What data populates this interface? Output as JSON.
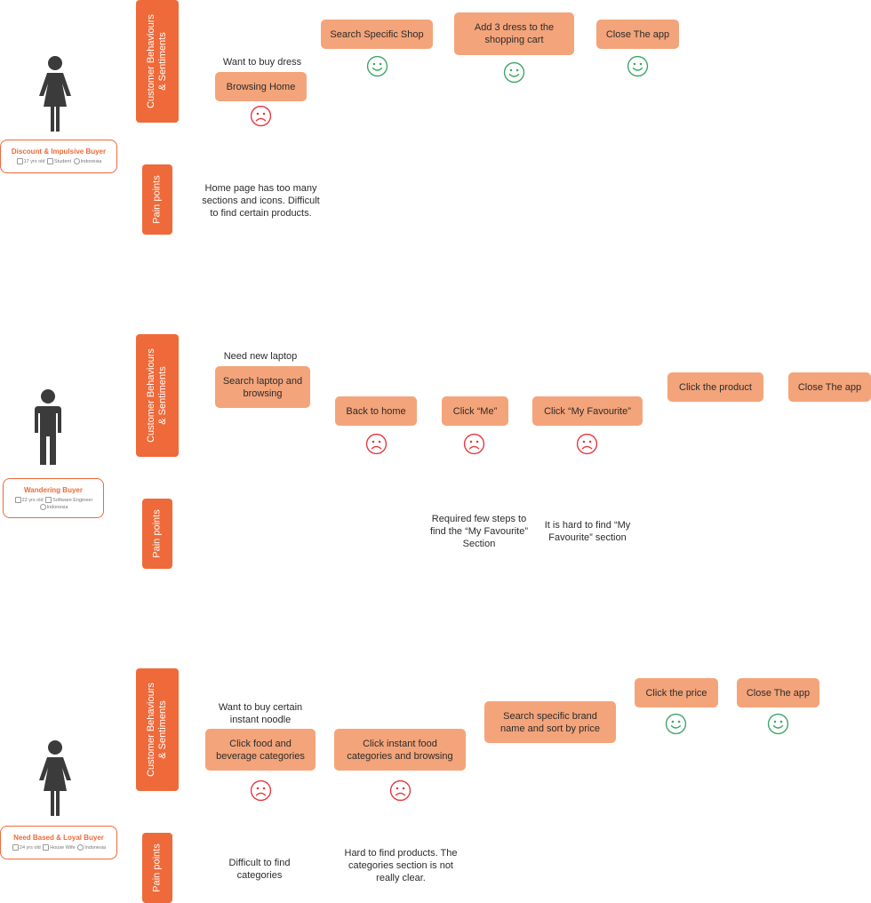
{
  "colors": {
    "accent": "#ee6a3a",
    "step": "#f4a47a",
    "happy": "#3aa565",
    "sad": "#e8333a",
    "figure": "#3b3b3b"
  },
  "labels": {
    "behaviours": "Customer Behaviours & Sentiments",
    "pain": "Pain points"
  },
  "personas": [
    {
      "name": "Discount & Impulsive Buyer",
      "meta": [
        "17 yrs old",
        "Student",
        "Indonesia"
      ],
      "intent": "Want to buy dress",
      "steps": [
        {
          "label": "Browsing Home",
          "sentiment": "sad"
        },
        {
          "label": "Search Specific Shop",
          "sentiment": "happy"
        },
        {
          "label": "Add 3 dress to the shopping cart",
          "sentiment": "happy"
        },
        {
          "label": "Close The app",
          "sentiment": "happy"
        }
      ],
      "pains": [
        "Home page has too many sections and icons. Difficult to find certain products."
      ]
    },
    {
      "name": "Wandering Buyer",
      "meta": [
        "22 yrs old",
        "Software Engineer",
        "Indonesia"
      ],
      "intent": "Need new laptop",
      "steps": [
        {
          "label": "Search laptop and browsing",
          "sentiment": "none"
        },
        {
          "label": "Back to home",
          "sentiment": "sad"
        },
        {
          "label": "Click “Me”",
          "sentiment": "sad"
        },
        {
          "label": "Click “My Favourite”",
          "sentiment": "sad"
        },
        {
          "label": "Click the product",
          "sentiment": "none"
        },
        {
          "label": "Close The app",
          "sentiment": "none"
        }
      ],
      "pains": [
        "Required few steps to find the “My Favourite” Section",
        "It is hard to find “My Favourite” section"
      ]
    },
    {
      "name": "Need Based & Loyal Buyer",
      "meta": [
        "24 yrs old",
        "House Wife",
        "Indonesia"
      ],
      "intent": "Want to buy certain instant noodle",
      "steps": [
        {
          "label": "Click food and beverage categories",
          "sentiment": "sad"
        },
        {
          "label": "Click instant food categories and browsing",
          "sentiment": "sad"
        },
        {
          "label": "Search specific brand name and sort by price",
          "sentiment": "none"
        },
        {
          "label": "Click the price",
          "sentiment": "happy"
        },
        {
          "label": "Close The app",
          "sentiment": "happy"
        }
      ],
      "pains": [
        "Difficult to find categories",
        "Hard to find products. The categories section is not really clear."
      ]
    }
  ]
}
